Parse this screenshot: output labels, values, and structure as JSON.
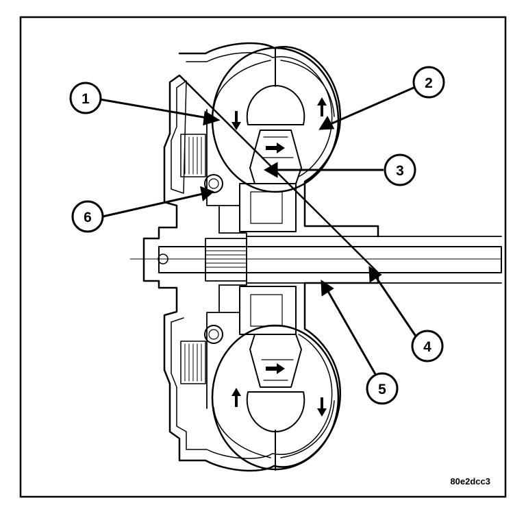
{
  "figure": {
    "figure_id": "80e2dcc3",
    "colors": {
      "line": "#000000",
      "paper": "#ffffff"
    }
  },
  "callouts": [
    {
      "label": "1"
    },
    {
      "label": "2"
    },
    {
      "label": "3"
    },
    {
      "label": "4"
    },
    {
      "label": "5"
    },
    {
      "label": "6"
    }
  ]
}
